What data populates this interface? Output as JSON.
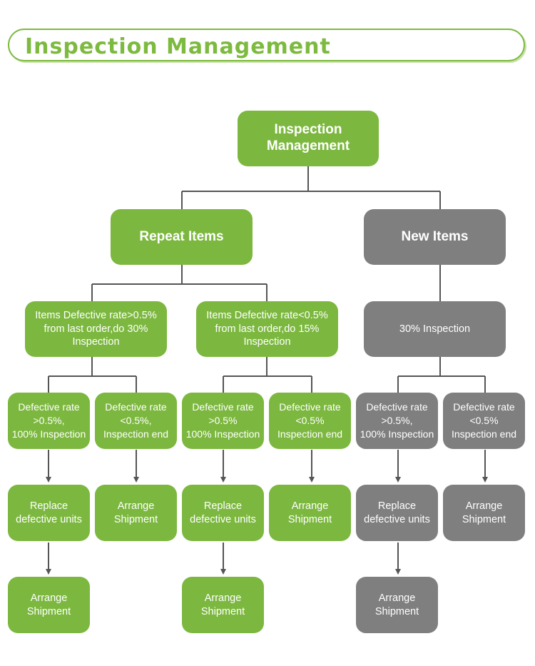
{
  "header": {
    "title": "Inspection Management"
  },
  "root": {
    "label": "Inspection\nManagement"
  },
  "repeat_items": {
    "label": "Repeat Items",
    "rule_a": {
      "label": "Items Defective rate>0.5%\nfrom last order,do 30%\nInspection",
      "high": {
        "label": "Defective rate\n>0.5%,\n100% Inspection",
        "next": "Replace\ndefective units",
        "final": "Arrange\nShipment"
      },
      "low": {
        "label": "Defective rate\n<0.5%,\nInspection end",
        "next": "Arrange\nShipment"
      }
    },
    "rule_b": {
      "label": "Items Defective rate<0.5%\nfrom last order,do 15%\nInspection",
      "high": {
        "label": "Defective rate\n>0.5%\n100% Inspection",
        "next": "Replace\ndefective units",
        "final": "Arrange\nShipment"
      },
      "low": {
        "label": "Defective rate\n<0.5%\nInspection end",
        "next": "Arrange\nShipment"
      }
    }
  },
  "new_items": {
    "label": "New Items",
    "rule": {
      "label": "30% Inspection",
      "high": {
        "label": "Defective rate\n>0.5%,\n100% Inspection",
        "next": "Replace\ndefective units",
        "final": "Arrange\nShipment"
      },
      "low": {
        "label": "Defective rate\n<0.5%\nInspection end",
        "next": "Arrange\nShipment"
      }
    }
  },
  "colors": {
    "green": "#7cb83f",
    "gray": "#7f7f7f",
    "line": "#555555"
  }
}
